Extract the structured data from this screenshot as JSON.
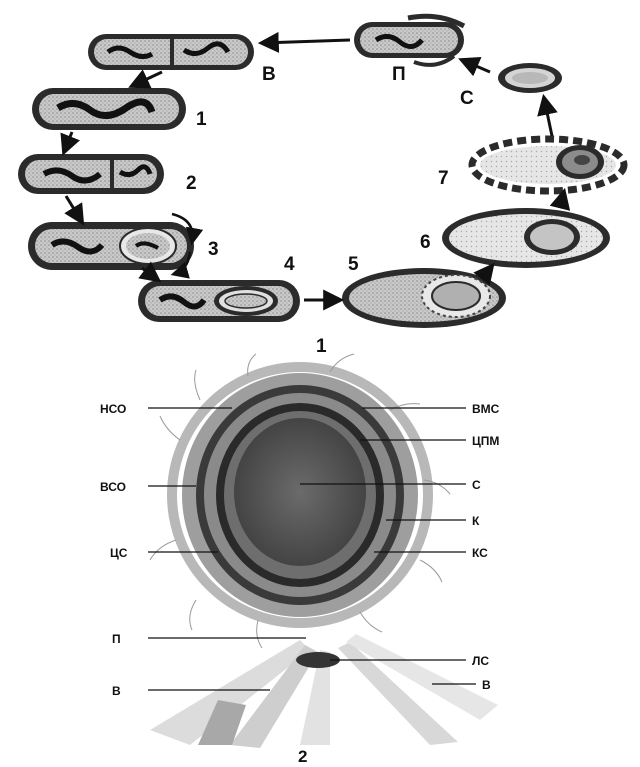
{
  "figure1": {
    "caption": "1",
    "stage_labels": {
      "v": "В",
      "s1": "1",
      "s2": "2",
      "s3": "3",
      "s4": "4",
      "s5": "5",
      "s6": "6",
      "s7": "7",
      "s": "С",
      "p": "П"
    }
  },
  "figure2": {
    "caption": "2",
    "labels": {
      "nso": "НСО",
      "vso": "ВСО",
      "cs": "ЦС",
      "p": "П",
      "v_left": "В",
      "vms": "ВМС",
      "cpm": "ЦПМ",
      "s": "С",
      "k": "К",
      "ks": "КС",
      "ls": "ЛС",
      "v_right": "В"
    }
  },
  "colors": {
    "ink": "#1a1a1a",
    "cell_wall": "#2b2b2b",
    "cytoplasm": "#b8b8b8",
    "spore_core": "#5a5a5a",
    "flagella": "#d9d9d9"
  }
}
